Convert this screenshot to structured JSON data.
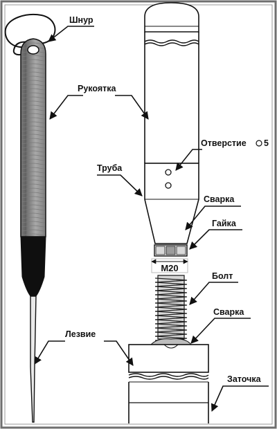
{
  "labels": {
    "cord": "Шнур",
    "handle": "Рукоятка",
    "hole": "Отверстие",
    "hole_size": "5",
    "tube": "Труба",
    "weld_top": "Сварка",
    "nut": "Гайка",
    "thread": "M20",
    "bolt": "Болт",
    "weld_bottom": "Сварка",
    "blade": "Лезвие",
    "sharpening": "Заточка"
  },
  "icons": {
    "hole_symbol": "diameter-circle-icon",
    "arrow": "pointer-arrow-icon"
  },
  "colors": {
    "frame_border": "#6f6f6f",
    "ink": "#111111",
    "handle_wood": "#8a8a8a",
    "handle_grip": "#0f0f0f",
    "background": "#ffffff"
  }
}
